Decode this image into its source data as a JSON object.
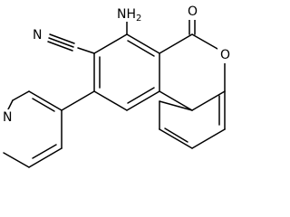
{
  "labels": {
    "amino": "NH",
    "amino_subscript": "2",
    "nitrile_n": "N",
    "carbonyl_o": "O",
    "ring_o": "O",
    "pyridine_n": "N"
  },
  "colors": {
    "bond": "#000000",
    "text": "#000000",
    "background": "#ffffff"
  }
}
